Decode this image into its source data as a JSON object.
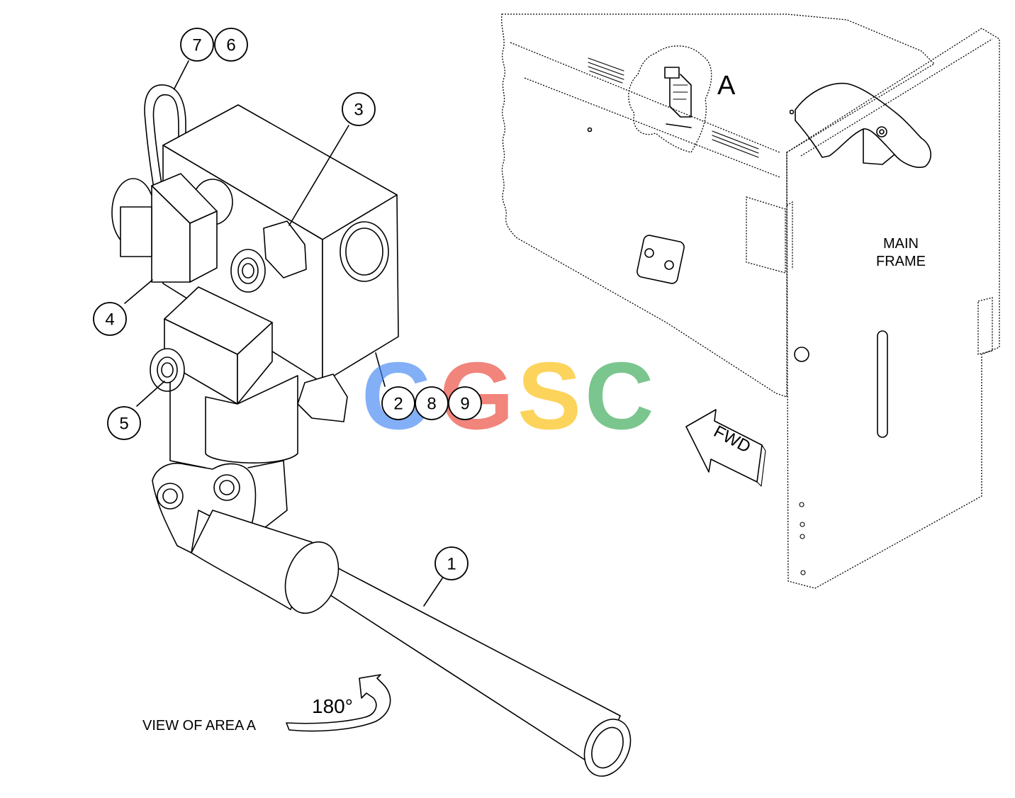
{
  "callouts": [
    {
      "id": "1",
      "label": "1"
    },
    {
      "id": "2",
      "label": "2"
    },
    {
      "id": "3",
      "label": "3"
    },
    {
      "id": "4",
      "label": "4"
    },
    {
      "id": "5",
      "label": "5"
    },
    {
      "id": "6",
      "label": "6"
    },
    {
      "id": "7",
      "label": "7"
    },
    {
      "id": "8",
      "label": "8"
    },
    {
      "id": "9",
      "label": "9"
    }
  ],
  "labels": {
    "area_letter": "A",
    "main_frame_line1": "MAIN",
    "main_frame_line2": "FRAME",
    "fwd": "FWD",
    "rotation": "180°",
    "view_caption": "VIEW OF AREA A"
  },
  "watermark": {
    "letters": [
      "C",
      "G",
      "S",
      "C"
    ],
    "colors": [
      "#4285F4",
      "#EA4335",
      "#FBBC05",
      "#34A853"
    ]
  }
}
